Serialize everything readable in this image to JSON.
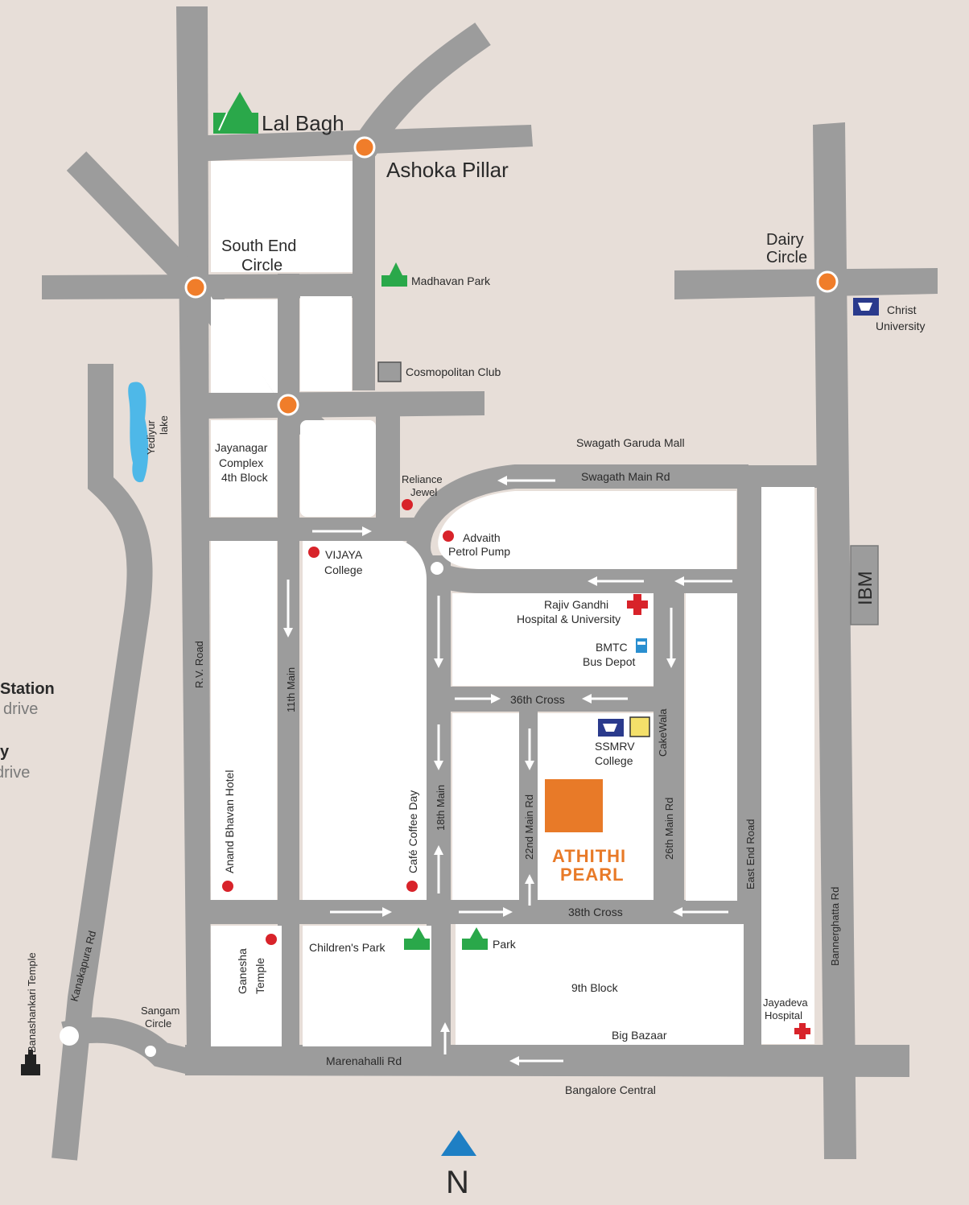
{
  "landmarks": {
    "lal_bagh": "Lal Bagh",
    "ashoka_pillar": "Ashoka Pillar",
    "south_end_circle_1": "South End",
    "south_end_circle_2": "Circle",
    "madhavan_park": "Madhavan Park",
    "cosmopolitan_club": "Cosmopolitan Club",
    "dairy_circle_1": "Dairy",
    "dairy_circle_2": "Circle",
    "christ_university_1": "Christ",
    "christ_university_2": "University",
    "yediyur_lake_1": "Yediyur",
    "yediyur_lake_2": "lake",
    "jayanagar_complex_1": "Jayanagar",
    "jayanagar_complex_2": "Complex",
    "jayanagar_complex_3": "4th Block",
    "reliance_jewel_1": "Reliance",
    "reliance_jewel_2": "Jewel",
    "advaith_1": "Advaith",
    "advaith_2": "Petrol Pump",
    "swagath_mall": "Swagath Garuda Mall",
    "vijaya_1": "VIJAYA",
    "vijaya_2": "College",
    "rajiv_1": "Rajiv Gandhi",
    "rajiv_2": "Hospital & University",
    "bmtc_1": "BMTC",
    "bmtc_2": "Bus Depot",
    "ssmrv_1": "SSMRV",
    "ssmrv_2": "College",
    "cakewala": "CakeWala",
    "anand_bhavan": "Anand Bhavan Hotel",
    "cafe_coffee_day": "Café Coffee Day",
    "ganesha_1": "Ganesha",
    "ganesha_2": "Temple",
    "childrens_park": "Children's Park",
    "park": "Park",
    "ninth_block": "9th Block",
    "big_bazaar": "Big Bazaar",
    "jayadeva_1": "Jayadeva",
    "jayadeva_2": "Hospital",
    "sangam_1": "Sangam",
    "sangam_2": "Circle",
    "banashankari": "Banashankari Temple",
    "bangalore_central": "Bangalore Central",
    "ibm": "IBM"
  },
  "roads": {
    "swagath_main_rd": "Swagath Main Rd",
    "rv_road": "R.V. Road",
    "main_11th": "11th Main",
    "main_18th": "18th Main",
    "main_22nd": "22nd Main Rd",
    "main_26th": "26th Main Rd",
    "cross_36th": "36th Cross",
    "cross_38th": "38th Cross",
    "east_end_road": "East End Road",
    "bannerghatta_rd": "Bannerghatta Rd",
    "kanakapura_rd": "Kanakapura Rd",
    "marenahalli_rd": "Marenahalli Rd"
  },
  "project": {
    "name_1": "ATHITHI",
    "name_2": "PEARL",
    "color": "#e87a28"
  },
  "side_panel": {
    "line1": "Station",
    "line2": "drive",
    "line3": "y",
    "line4": "drive"
  },
  "compass": {
    "label": "N"
  },
  "colors": {
    "background": "#e7ded8",
    "road": "#9c9c9c",
    "circle_marker": "#f07d2a",
    "poi_dot": "#d8232a",
    "park_icon": "#2aa84a",
    "lake": "#4eb8e8",
    "compass": "#1e7fc4"
  },
  "icons": [
    "tree-icon",
    "hospital-cross-icon",
    "bus-icon",
    "university-icon",
    "temple-icon",
    "lake-icon",
    "compass-icon",
    "club-icon"
  ]
}
